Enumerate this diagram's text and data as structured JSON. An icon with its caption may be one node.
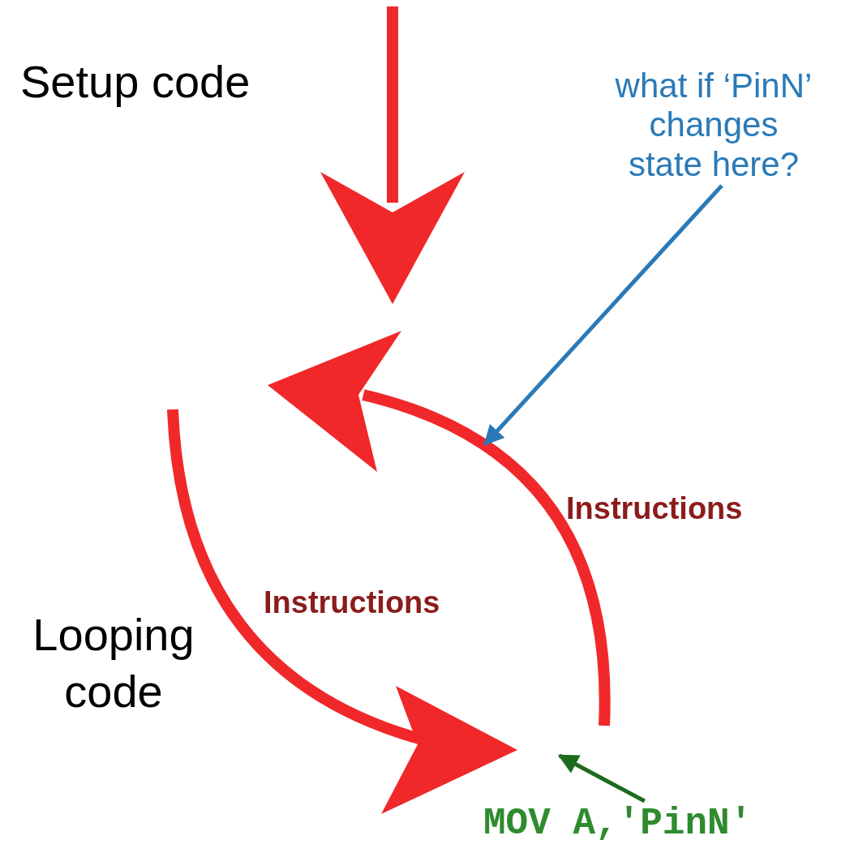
{
  "diagram": {
    "nodes": [
      {
        "text": [
          "what if ‘PinN’ changes state here?"
        ]
      },
      {
        "text": [
          "MOV A,'PinN'"
        ]
      }
    ],
    "edges": [
      {
        "from": 0,
        "to": null,
        "arrow": "to",
        "color": "#2a7ab8"
      },
      {
        "from": 1,
        "to": null,
        "arrow": "to",
        "color": "#1e6b1e"
      }
    ],
    "labels": [
      "Setup code",
      "Instructions",
      "Instructions",
      "Looping code"
    ]
  }
}
